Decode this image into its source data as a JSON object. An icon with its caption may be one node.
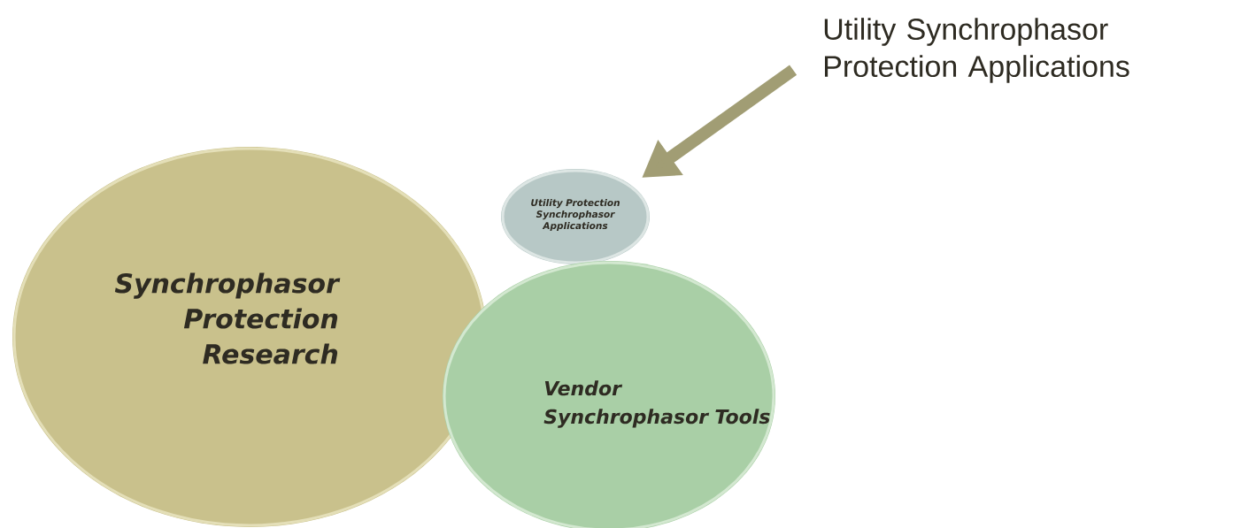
{
  "diagram": {
    "nodes": [
      {
        "text": [
          "Synchrophasor Protection Research"
        ]
      },
      {
        "text": [
          "Utility Protection Synchrophasor Applications"
        ]
      },
      {
        "text": [
          "Vendor Synchrophasor Tools"
        ]
      },
      {
        "text": [
          "Utility Synchrophasor Protection Applications"
        ]
      }
    ],
    "edges": [
      {
        "from": 3,
        "to": 1,
        "arrow": "to"
      }
    ]
  }
}
